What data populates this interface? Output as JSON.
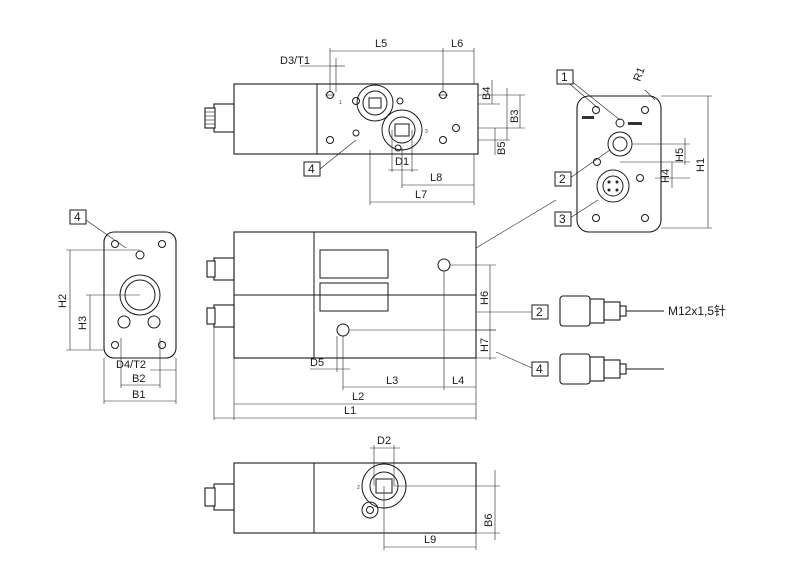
{
  "dimensions": {
    "L1": "L1",
    "L2": "L2",
    "L3": "L3",
    "L4": "L4",
    "L5": "L5",
    "L6": "L6",
    "L7": "L7",
    "L8": "L8",
    "L9": "L9",
    "B1": "B1",
    "B2": "B2",
    "B3": "B3",
    "B4": "B4",
    "B5": "B5",
    "B6": "B6",
    "H1": "H1",
    "H2": "H2",
    "H3": "H3",
    "H4": "H4",
    "H5": "H5",
    "H6": "H6",
    "H7": "H7",
    "D1": "D1",
    "D2": "D2",
    "D3T1": "D3/T1",
    "D4T2": "D4/T2",
    "D5": "D5",
    "R1": "R1"
  },
  "callouts": {
    "c1": "1",
    "c2": "2",
    "c3": "3",
    "c4": "4"
  },
  "connector_label": "M12x1,5针",
  "pin_marks": {
    "p1": "1",
    "p2": "2",
    "p3": "3"
  }
}
